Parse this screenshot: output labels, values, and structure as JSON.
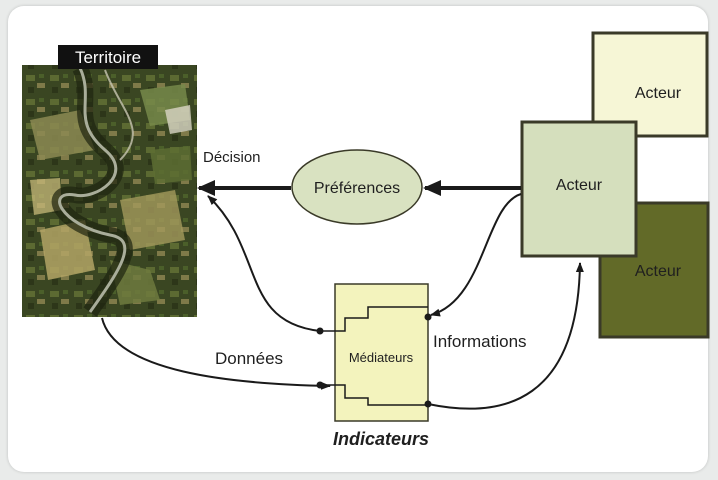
{
  "diagram": {
    "territory_label": "Territoire",
    "decision_label": "Décision",
    "preferences_label": "Préférences",
    "donnees_label": "Données",
    "informations_label": "Informations",
    "mediateurs_label": "Médiateurs",
    "indicateurs_label": "Indicateurs",
    "actors": [
      {
        "label": "Acteur",
        "fill": "#f6f6d6"
      },
      {
        "label": "Acteur",
        "fill": "#d5dfbd"
      },
      {
        "label": "Acteur",
        "fill": "#626a28"
      }
    ]
  },
  "colors": {
    "preferences_fill": "#d9e2c1",
    "mediateurs_fill": "#f3f3bd",
    "arrow": "#1a1a1a",
    "box_border": "#3a3a28"
  },
  "icons": [
    "aerial-photo-image"
  ]
}
